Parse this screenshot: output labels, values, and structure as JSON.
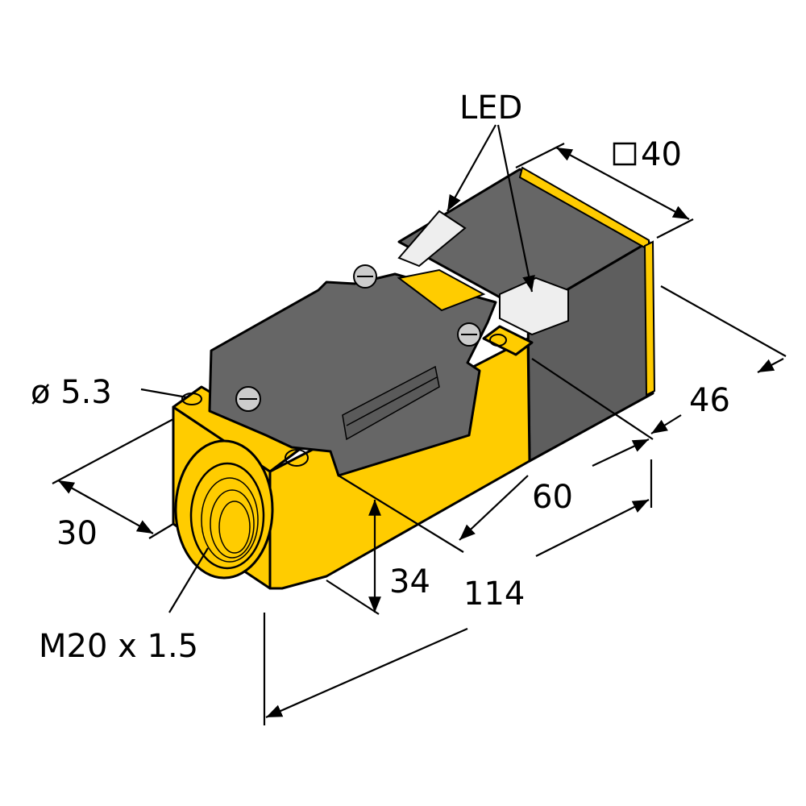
{
  "title": "Inductive sensor dimension drawing",
  "labels": {
    "led": "LED",
    "square_40": "40",
    "dim_46": "46",
    "dim_60": "60",
    "dim_114": "114",
    "dim_34": "34",
    "dim_30": "30",
    "hole_diameter": "ø 5.3",
    "thread": "M20 x 1.5"
  },
  "colors": {
    "yellow": "#FFCC00",
    "gray": "#666666",
    "dark_gray": "#4d4d4d",
    "led_white": "#eeeeee"
  }
}
